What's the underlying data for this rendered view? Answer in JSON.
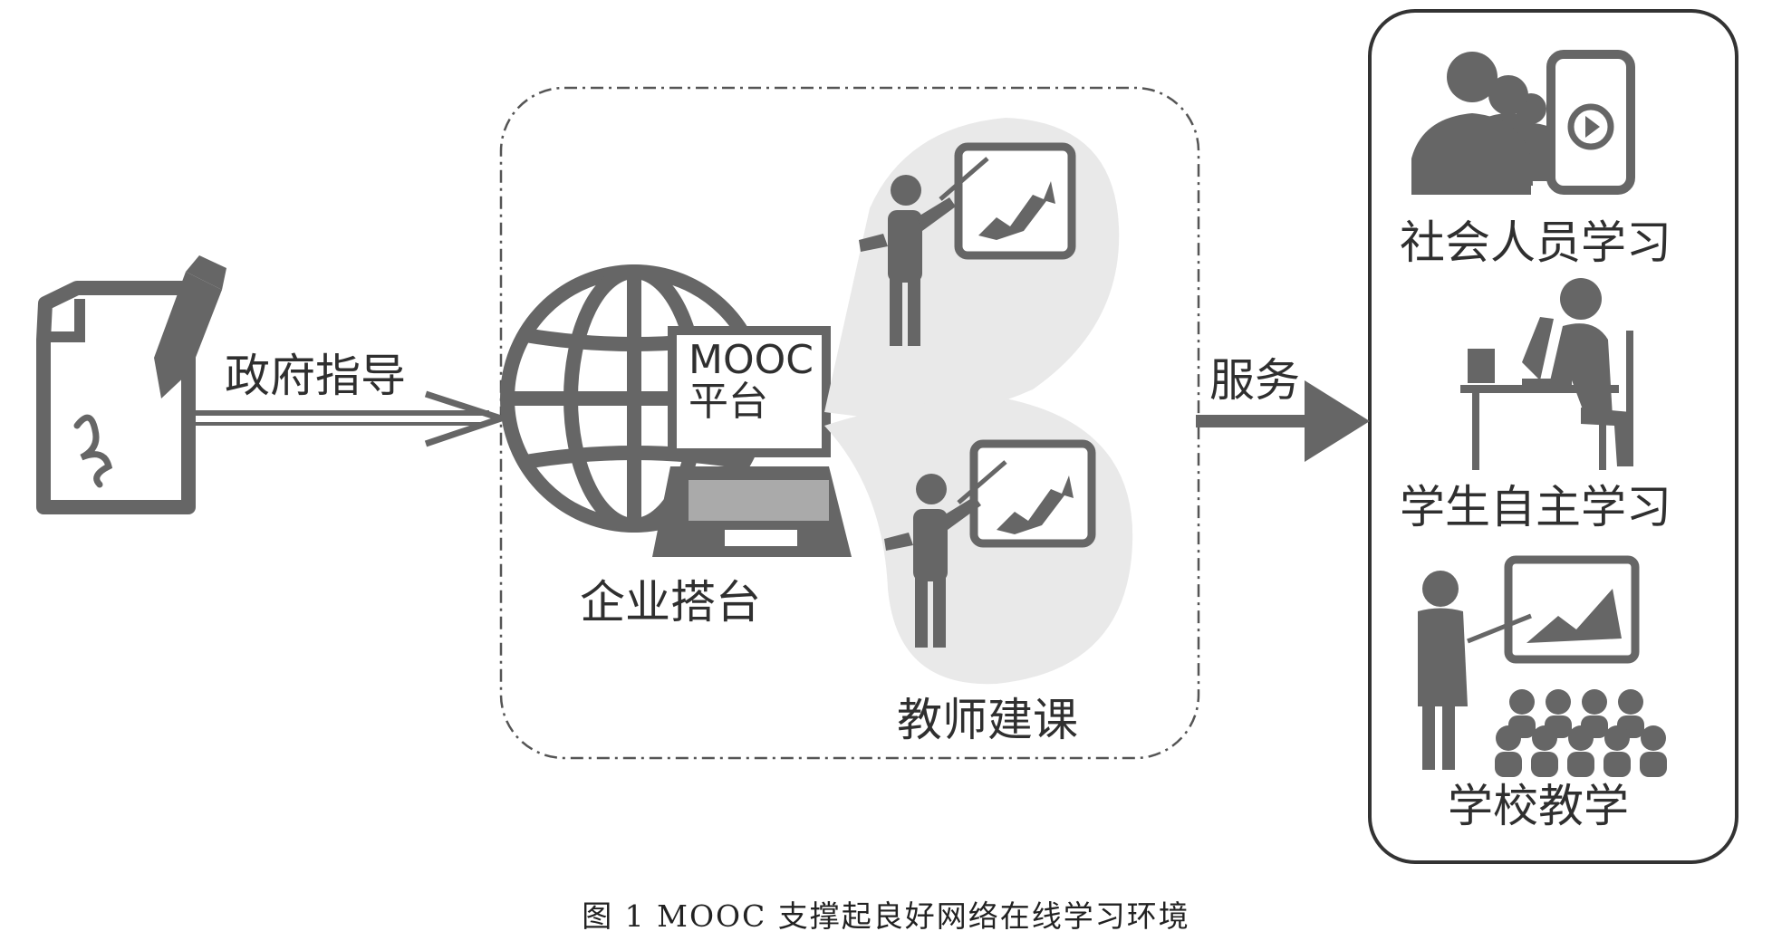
{
  "labels": {
    "gov": "政府指导",
    "enterprise": "企业搭台",
    "mooc": "MOOC\n平台",
    "teacher": "教师建课",
    "service": "服务",
    "social": "社会人员学习",
    "student": "学生自主学习",
    "school": "学校教学"
  },
  "caption": "图 1  MOOC 支撑起良好网络在线学习环境",
  "icons": {
    "gov": "document-signing-icon",
    "globe": "globe-icon",
    "laptop": "laptop-icon",
    "teacher": "teacher-presentation-icon",
    "social": "people-phone-icon",
    "student": "student-desk-icon",
    "school": "classroom-icon"
  },
  "colors": {
    "icon": "#666666",
    "text": "#2f2f2f",
    "bubble": "#e9e9e9"
  }
}
